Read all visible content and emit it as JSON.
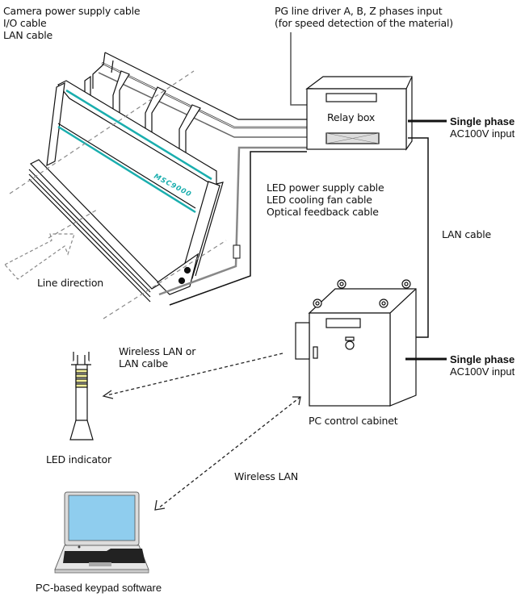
{
  "title": "System configuration diagram",
  "labels": {
    "camera_cables": [
      "Camera power supply cable",
      "I/O cable",
      "LAN cable"
    ],
    "pg_input": [
      "PG line driver A, B, Z phases input",
      "(for speed detection of the material)"
    ],
    "relay_box": "Relay box",
    "single_phase_top": [
      "Single phase",
      "AC100V input"
    ],
    "led_cables": [
      "LED power supply cable",
      "LED cooling fan cable",
      "Optical feedback cable"
    ],
    "lan_cable": "LAN cable",
    "line_direction": "Line direction",
    "pc_cabinet": "PC control cabinet",
    "single_phase_bottom": [
      "Single phase",
      "AC100V input"
    ],
    "wireless_or_lan": [
      "Wireless LAN or",
      "LAN calbe"
    ],
    "led_indicator": "LED indicator",
    "wireless_lan": "Wireless LAN",
    "laptop": "PC-based keypad software",
    "device_model": "MSC9000"
  },
  "colors": {
    "accent_teal": "#1aaeae",
    "screen_blue": "#8fcdee",
    "led_yellow": "#f3ef9a",
    "cable_gray": "#808080",
    "line": "#111111"
  }
}
